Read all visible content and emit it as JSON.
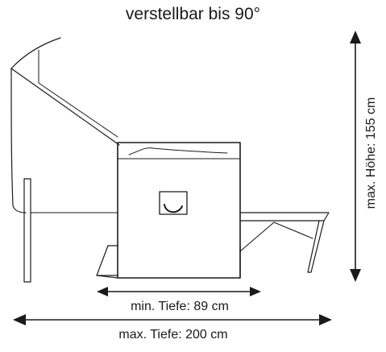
{
  "labels": {
    "rotation": "verstellbar bis 90°",
    "min_depth": "min. Tiefe: 89 cm",
    "max_depth": "max. Tiefe: 200 cm",
    "max_height": "max. Höhe: 155 cm"
  },
  "colors": {
    "line": "#1a1a1a",
    "background": "#ffffff"
  }
}
